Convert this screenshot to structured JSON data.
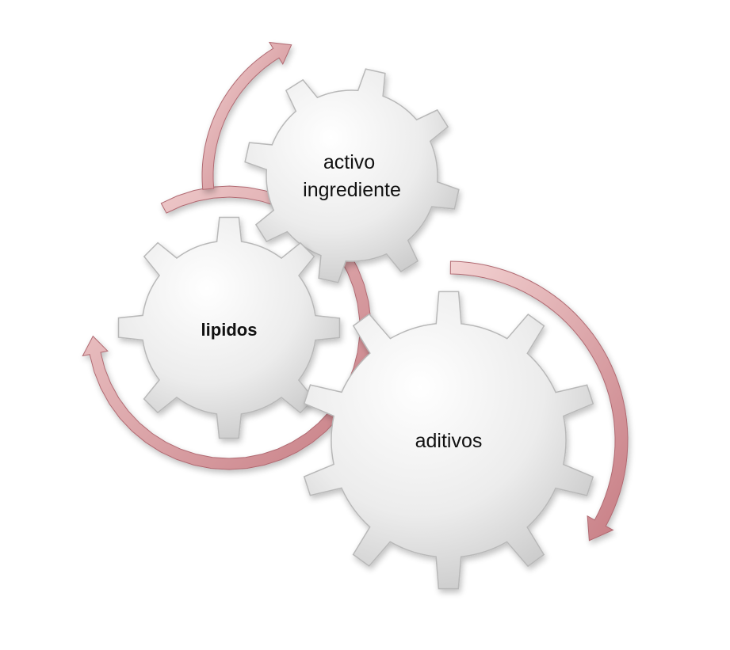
{
  "diagram": {
    "gears": [
      {
        "id": "activo",
        "lines": [
          "activo",
          "ingrediente"
        ],
        "emphasis": false
      },
      {
        "id": "lipidos",
        "lines": [
          "lipidos"
        ],
        "emphasis": true
      },
      {
        "id": "aditivos",
        "lines": [
          "aditivos"
        ],
        "emphasis": false
      }
    ],
    "colors": {
      "label": "#111111",
      "emphasis_label": "#7a0f38",
      "gear_fill_light": "#ffffff",
      "gear_fill_dark": "#c4c4c4",
      "gear_edge": "#b8b8b8",
      "arrow_light": "#f3d3d3",
      "arrow_dark": "#c77d84",
      "arrow_edge": "#b16a72"
    }
  }
}
